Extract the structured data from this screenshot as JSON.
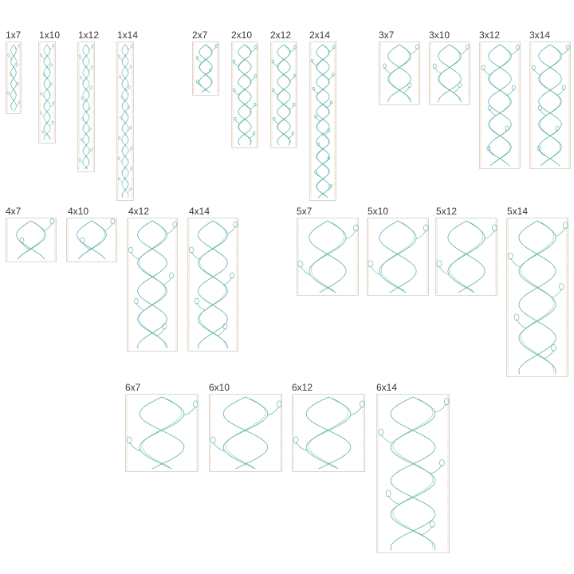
{
  "colors": {
    "background": "#ffffff",
    "vine": "#5fb3a6",
    "edge": "#f0c99a",
    "border": "#cfcfcf",
    "label": "#3a3a3a"
  },
  "icon": "vine-swirl-pattern",
  "groups": [
    {
      "width": 1,
      "sizes": [
        "1x7",
        "1x10",
        "1x12",
        "1x14"
      ]
    },
    {
      "width": 2,
      "sizes": [
        "2x7",
        "2x10",
        "2x12",
        "2x14"
      ]
    },
    {
      "width": 3,
      "sizes": [
        "3x7",
        "3x10",
        "3x12",
        "3x14"
      ]
    },
    {
      "width": 4,
      "sizes": [
        "4x7",
        "4x10",
        "4x12",
        "4x14"
      ]
    },
    {
      "width": 5,
      "sizes": [
        "5x7",
        "5x10",
        "5x12",
        "5x14"
      ]
    },
    {
      "width": 6,
      "sizes": [
        "6x7",
        "6x10",
        "6x12",
        "6x14"
      ]
    }
  ]
}
